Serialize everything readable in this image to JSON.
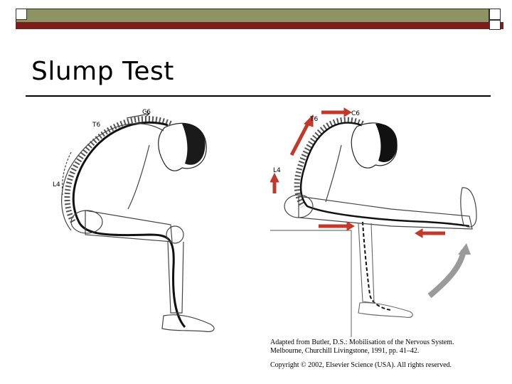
{
  "slide": {
    "title": "Slump Test"
  },
  "figure_left": {
    "labels": {
      "c6": "C6",
      "t6": "T6",
      "l4": "L4"
    }
  },
  "figure_right": {
    "labels": {
      "c6": "C6",
      "t6": "T6",
      "l4": "L4"
    }
  },
  "citation": {
    "line1": "Adapted from Butler, D.S.: Mobilisation of the Nervous System.",
    "line2": "Melbourne, Churchill Livingstone, 1991, pp. 41–42.",
    "line3": "Copyright © 2002, Elsevier Science (USA). All rights reserved."
  },
  "colors": {
    "band_olive": "#8e9363",
    "band_dark": "#7a1d1d",
    "arrow_red": "#c0392b",
    "arrow_gray": "#9a9a9a"
  }
}
